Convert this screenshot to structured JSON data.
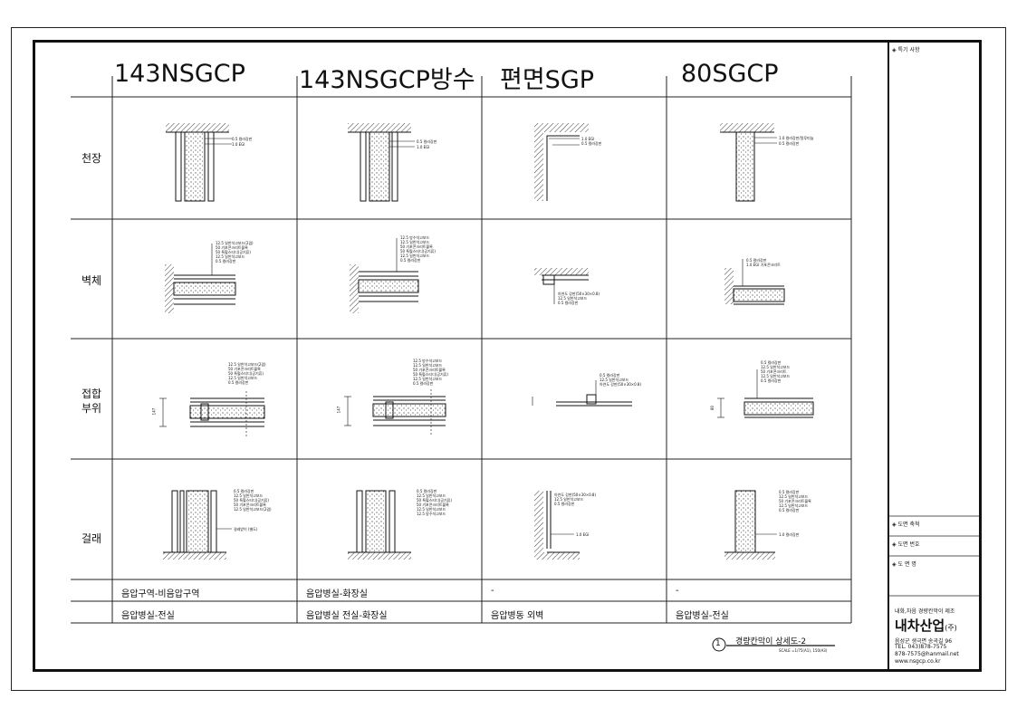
{
  "columns": [
    "143NSGCP",
    "143NSGCP방수",
    "편면SGP",
    "80SGCP"
  ],
  "rows": [
    "천장",
    "벽체",
    "접합\n부위",
    "걸래"
  ],
  "notes_row1": [
    "음압구역-비음압구역",
    "음압병실-화장실",
    "-",
    "-"
  ],
  "notes_row2": [
    "음압병실-전실",
    "음압병실 전실-화장실",
    "음압병동 외벽",
    "음압병실-전실"
  ],
  "dimension_labels": {
    "joint_143": "147",
    "joint_143w": "147",
    "joint_80": "80"
  },
  "callouts": {
    "c1_ceil": [
      "0.5 컬러강판",
      "1.0 EGI"
    ],
    "c2_ceil": [
      "0.5 컬러강판",
      "1.0 EGI"
    ],
    "c3_ceil": [
      "1.0 EGI",
      "0.5 컬러강판"
    ],
    "c4_ceil": [
      "1.0 컬러강판/알루미늄",
      "0.5 컬러강판"
    ],
    "c1_wall": [
      "12.5 일반석고보드(2겹)",
      "50   기포콘크리트블록",
      "50   특혈스티디(공기류)",
      "12.5 일반석고보드",
      "0.5  컬러강판"
    ],
    "c2_wall": [
      "12.5 방수석고보드",
      "12.5 일반석고보드",
      "50   기포콘크리트블록",
      "50   특혈스티디(공기류)",
      "12.5 일반석고보드",
      "0.5  컬러강판"
    ],
    "c3_wall": [
      "아연도 강판(50×30×0.8)",
      "12.5 일반석고보드",
      "0.5  컬러강판"
    ],
    "c4_wall": [
      "0.5 컬러강판",
      "1.0 EGI 기포콘크리트"
    ],
    "c1_joint": [
      "12.5 일반석고보드(2겹)",
      "50   기포콘크리트블록",
      "50   특혈스티디(공기류)",
      "12.5 일반석고보드",
      "0.5  컬러강판"
    ],
    "c2_joint": [
      "12.5 방수석고보드",
      "12.5 일반석고보드",
      "50   기포콘크리트블록",
      "50   특혈스티디(공기류)",
      "12.5 일반석고보드",
      "0.5  컬러강판"
    ],
    "c3_joint": [
      "0.5 컬러강판",
      "12.5 일반석고보드",
      "아연도 강판(50×30×0.8)"
    ],
    "c4_joint": [
      "0.5 컬러강판",
      "12.5 일반석고보드",
      "50  기포콘크리트",
      "12.5 일반석고보드",
      "0.5  컬러강판"
    ],
    "c1_base": [
      "0.5  컬러강판",
      "12.5 일반석고보드",
      "50   특혈스티디(공기류)",
      "50   기포콘크리트블록",
      "12.5 일반석고보드(2겹)"
    ],
    "c1_base_extra": "걸레받이 (별도)",
    "c2_base": [
      "0.5  컬러강판",
      "12.5 일반석고보드",
      "50   특혈스티디(공기류)",
      "50   기포콘크리트블록",
      "12.5 일반석고보드",
      "12.5 방수석고보드"
    ],
    "c3_base": [
      "아연도 강판(50×30×0.8)",
      "12.5 일반석고보드",
      "0.5  컬러강판"
    ],
    "c3_base_extra": "1.0 EGI",
    "c4_base": [
      "0.5  컬러강판",
      "12.5 일반석고보드",
      "50   기포콘크리트블록",
      "12.5 일반석고보드",
      "0.5  컬러강판"
    ],
    "c4_base_extra": "1.0 컬러강판"
  },
  "drawing": {
    "number": "1",
    "title": "경량칸막이 상세도-2",
    "scale": "SCALE =1/75(A1), 150(A3)"
  },
  "title_block": {
    "special_notes": "◈ 특기 사항",
    "drawing_scale": "◈ 도면 축척",
    "drawing_number": "◈ 도면 번호",
    "drawing_name": "◈ 도 면 명",
    "company_small": "내화,차음 경량칸막이 제조",
    "company_name": "내차산업",
    "company_suffix": "(주)",
    "address": "음성군 생극면 송곡길 96",
    "tel": "TEL. 043)878-7575",
    "fax": "878-7575@hanmail.net",
    "web": "www.nsgcp.co.kr"
  }
}
